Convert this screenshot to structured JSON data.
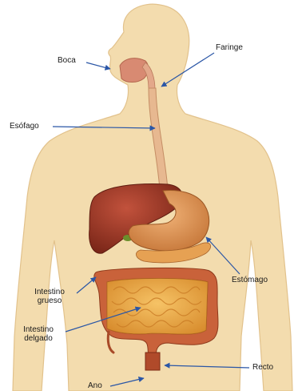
{
  "labels": {
    "boca": "Boca",
    "faringe": "Faringe",
    "esofago": "Esófago",
    "intestino_grueso_line1": "Intestino",
    "intestino_grueso_line2": "grueso",
    "estomago": "Estómago",
    "intestino_delgado_line1": "Intestino",
    "intestino_delgado_line2": "delgado",
    "recto": "Recto",
    "ano": "Ano"
  },
  "colors": {
    "skin": "#f3dcae",
    "skin_edge": "#e2c28c",
    "liver": "#9c3a2a",
    "stomach": "#d9924e",
    "small_intestine": "#e8a640",
    "large_intestine": "#c9623a",
    "esophagus": "#e7b890",
    "leader": "#2a56a6"
  }
}
